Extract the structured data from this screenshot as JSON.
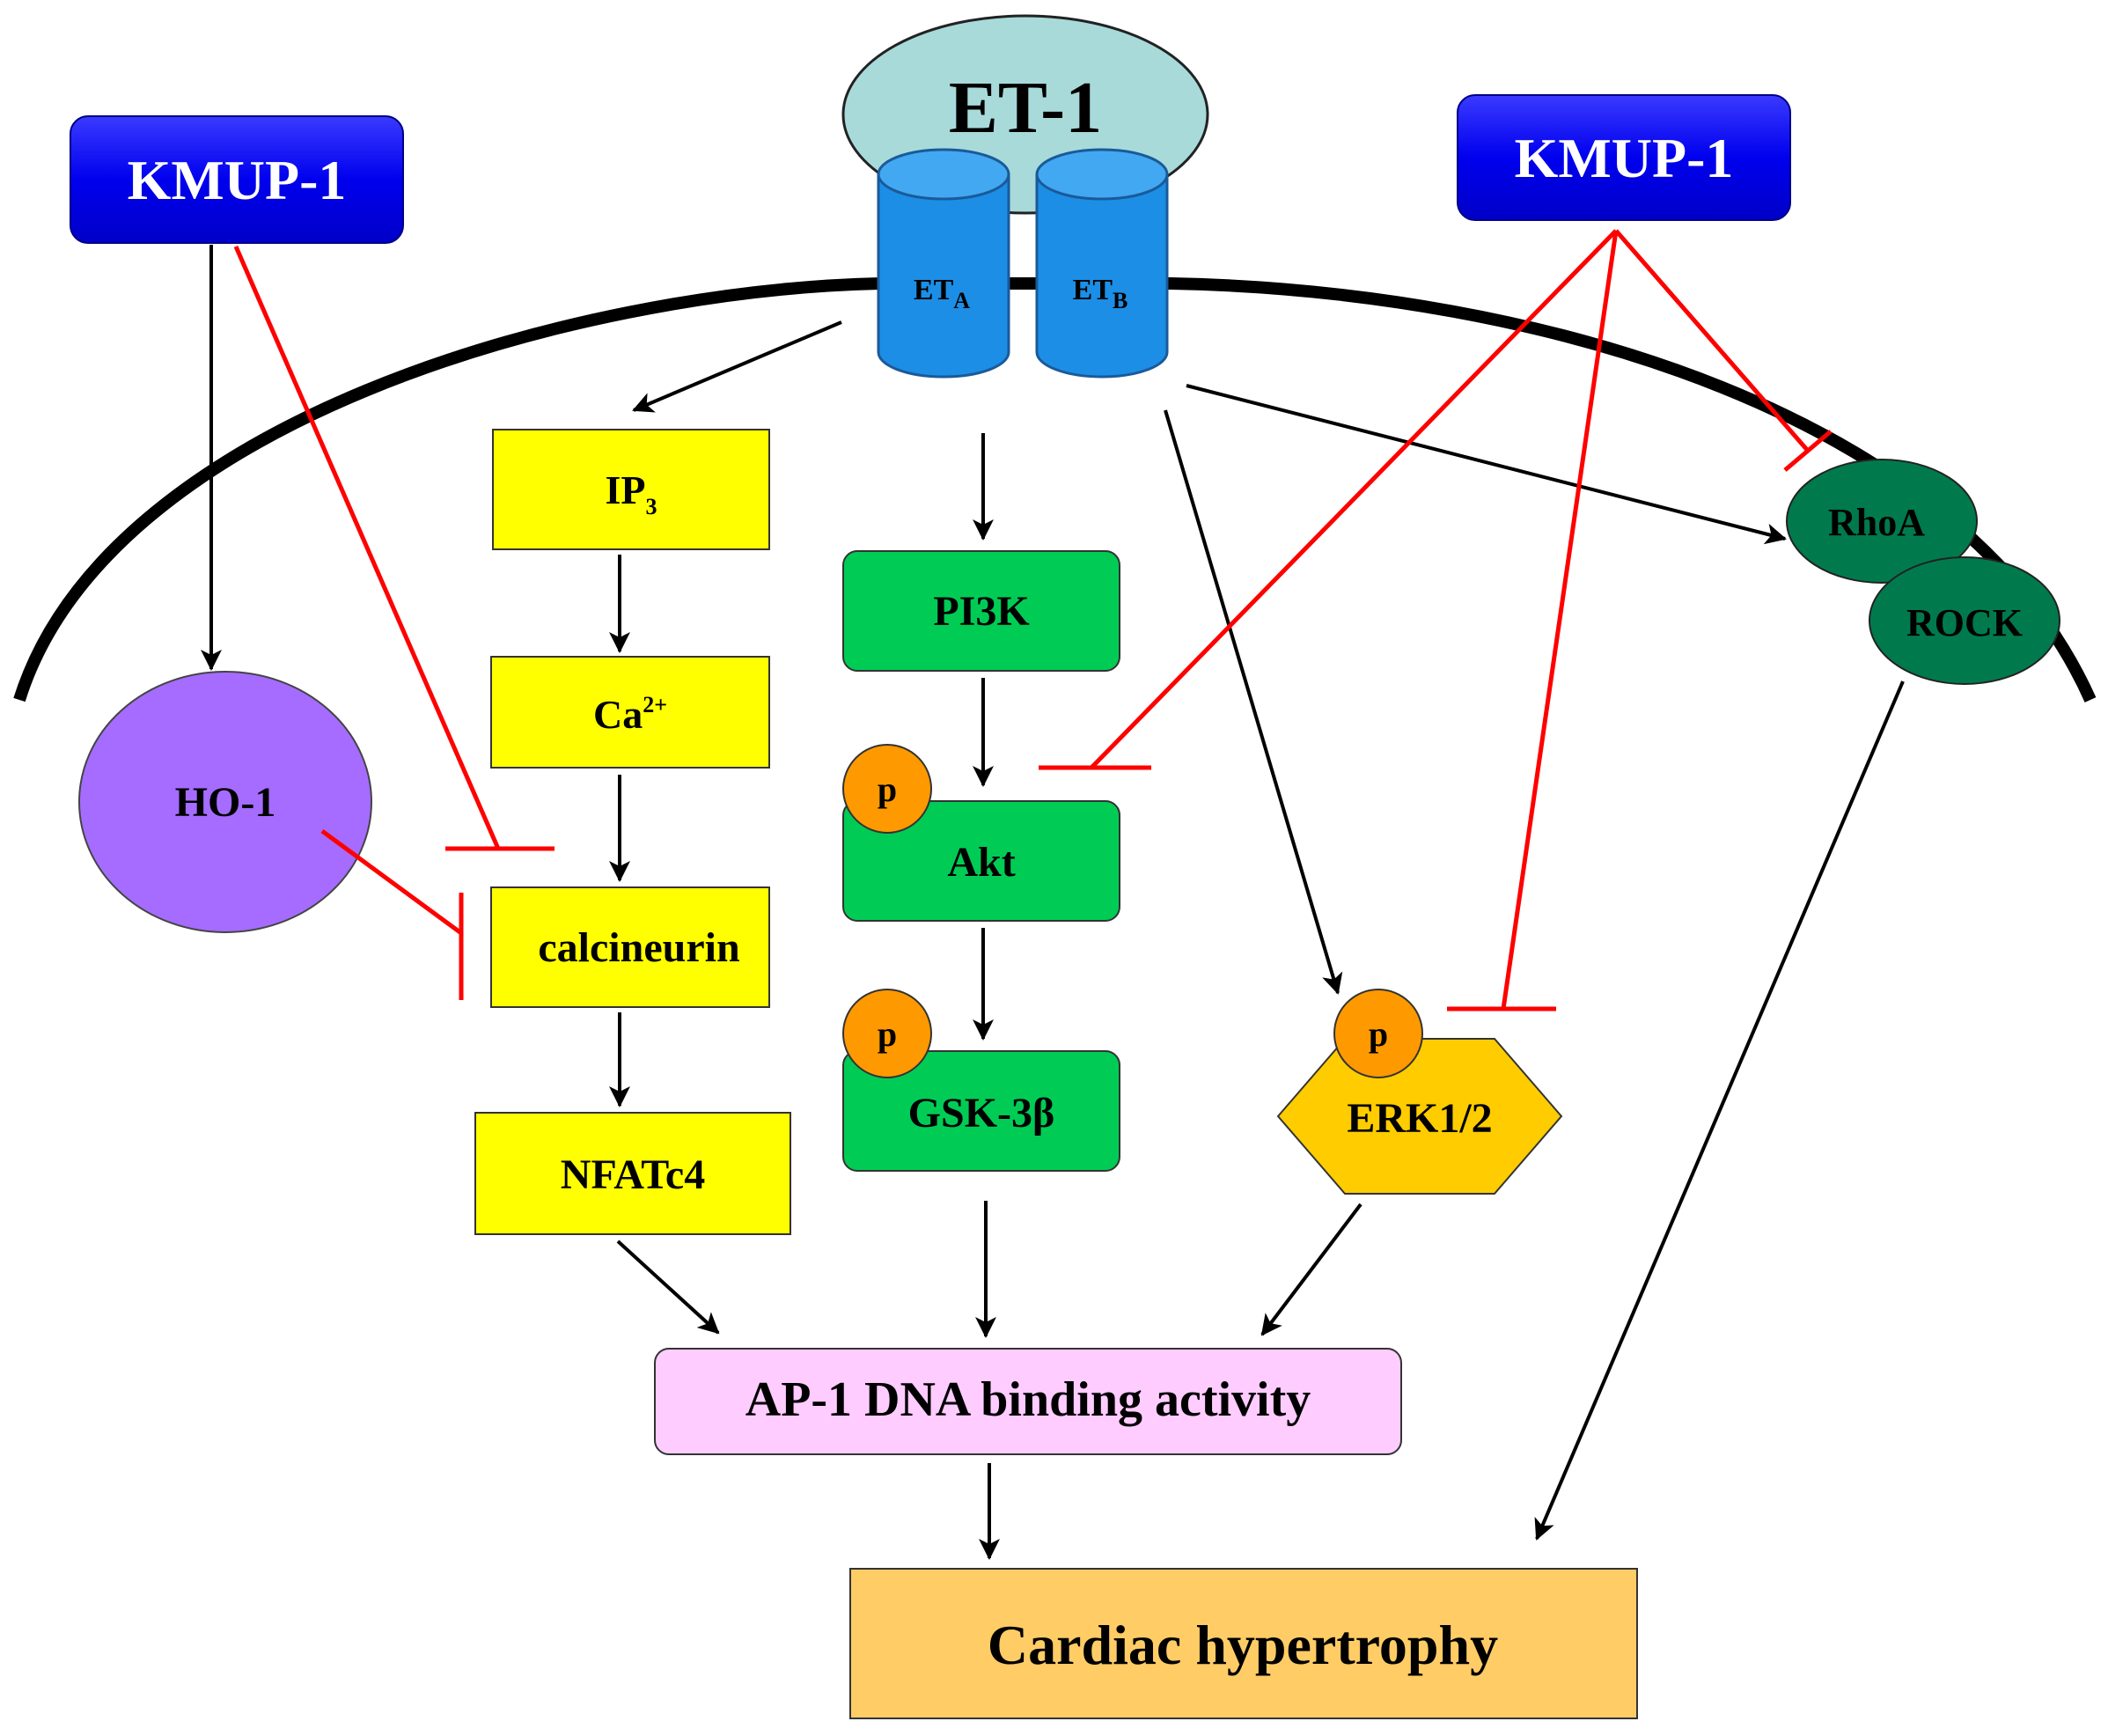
{
  "colors": {
    "kmup": "#0000ee",
    "ligand": "#a8dada",
    "receptor": "#1c8ee6",
    "yellow_box": "#ffff00",
    "green_box": "#00cc55",
    "phospho": "#ff9900",
    "erk": "#ffcc00",
    "rho": "#007a4d",
    "ho1": "#a56cff",
    "ap1": "#ffccff",
    "outcome": "#ffcc66",
    "activation_arrow": "#000000",
    "inhibition_line": "#ff0000"
  },
  "nodes": {
    "kmup_left": {
      "label": "KMUP-1"
    },
    "kmup_right": {
      "label": "KMUP-1"
    },
    "et1": {
      "label": "ET-1"
    },
    "eta": {
      "label": "ET",
      "sub": "A"
    },
    "etb": {
      "label": "ET",
      "sub": "B"
    },
    "ip3": {
      "label": "IP",
      "sub": "3"
    },
    "ca": {
      "label": "Ca",
      "sup": "2+"
    },
    "calcineurin": {
      "label": "calcineurin"
    },
    "nfatc4": {
      "label": "NFATc4"
    },
    "pi3k": {
      "label": "PI3K"
    },
    "akt": {
      "label": "Akt"
    },
    "gsk": {
      "label": "GSK-3β"
    },
    "erk": {
      "label": "ERK1/2"
    },
    "p_akt": {
      "label": "p"
    },
    "p_gsk": {
      "label": "p"
    },
    "p_erk": {
      "label": "p"
    },
    "rhoa": {
      "label": "RhoA"
    },
    "rock": {
      "label": "ROCK"
    },
    "ho1": {
      "label": "HO-1"
    },
    "ap1": {
      "label": "AP-1 DNA binding activity"
    },
    "outcome": {
      "label": "Cardiac hypertrophy"
    }
  }
}
